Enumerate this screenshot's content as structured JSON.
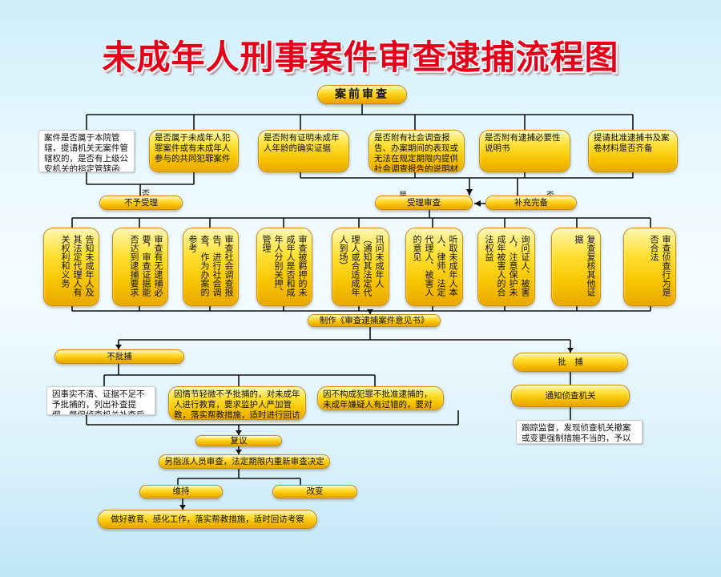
{
  "title": "未成年人刑事案件审查逮捕流程图",
  "pre_review": "案前审查",
  "checks": [
    "案件是否属于本院管辖，提请机关无案件管辖权的，是否有上级公安机关的指定管辖函",
    "是否属于未成年人犯罪案件或有未成年人参与的共同犯罪案件",
    "是否附有证明未成年人年龄的确实证据",
    "是否附有社会调查报告、办案期间的表现或无法在规定期限内提供社会调查报告的说明材料",
    "是否附有逮捕必要性说明书",
    "提请批准逮捕书及案卷材料是否齐备"
  ],
  "no_label": "否",
  "yes_label": "是",
  "no_label2": "否",
  "not_accept": "不予受理",
  "accept_review": "受理审查",
  "supplement": "补充完备",
  "review_items": [
    "告知未成年人及其法定代理人有关权利和义务",
    "审查有无逮捕必要，审查证据能否达到逮捕要求",
    "审查社会调查报告，进行社会调查，作为办案的参考",
    "审查被羁押的未成年人是否和成年人分别关押、管理",
    "讯问未成年人（通知其法定代理人或合适成年人到场）",
    "听取未成年人本人、律师、法定代理人、被害人的意见",
    "询问证人、被害人，注意保护未成年被害人的合法权益",
    "复查复核其他证据",
    "审查侦查行为是否合法"
  ],
  "make_opinion": "制作《审查逮捕案件意见书》",
  "not_arrest": "不批捕",
  "approve": "批　捕",
  "not_arrest_items": [
    "因事实不清、证据不足不予批捕的，列出补查提纲，督促侦查机关补查后重新报捕",
    "因情节轻微不予批捕的，对未成年人进行教育，要求监护人严加管教，落实帮教措施，适时进行回访",
    "因不构成犯罪不批准逮捕的，未成年嫌疑人有过错的，要对其进行批评教育"
  ],
  "notify": "通知侦查机关",
  "follow_up": "跟踪监督，发现侦查机关撤案或变更强制措施不当的，予以纠正",
  "reconsider": "复议",
  "reassign": "另指派人员审查，法定期限内重新审查决定",
  "maintain": "维持",
  "change": "改变",
  "final": "做好教育、感化工作，落实帮教措施，适时回访考察"
}
